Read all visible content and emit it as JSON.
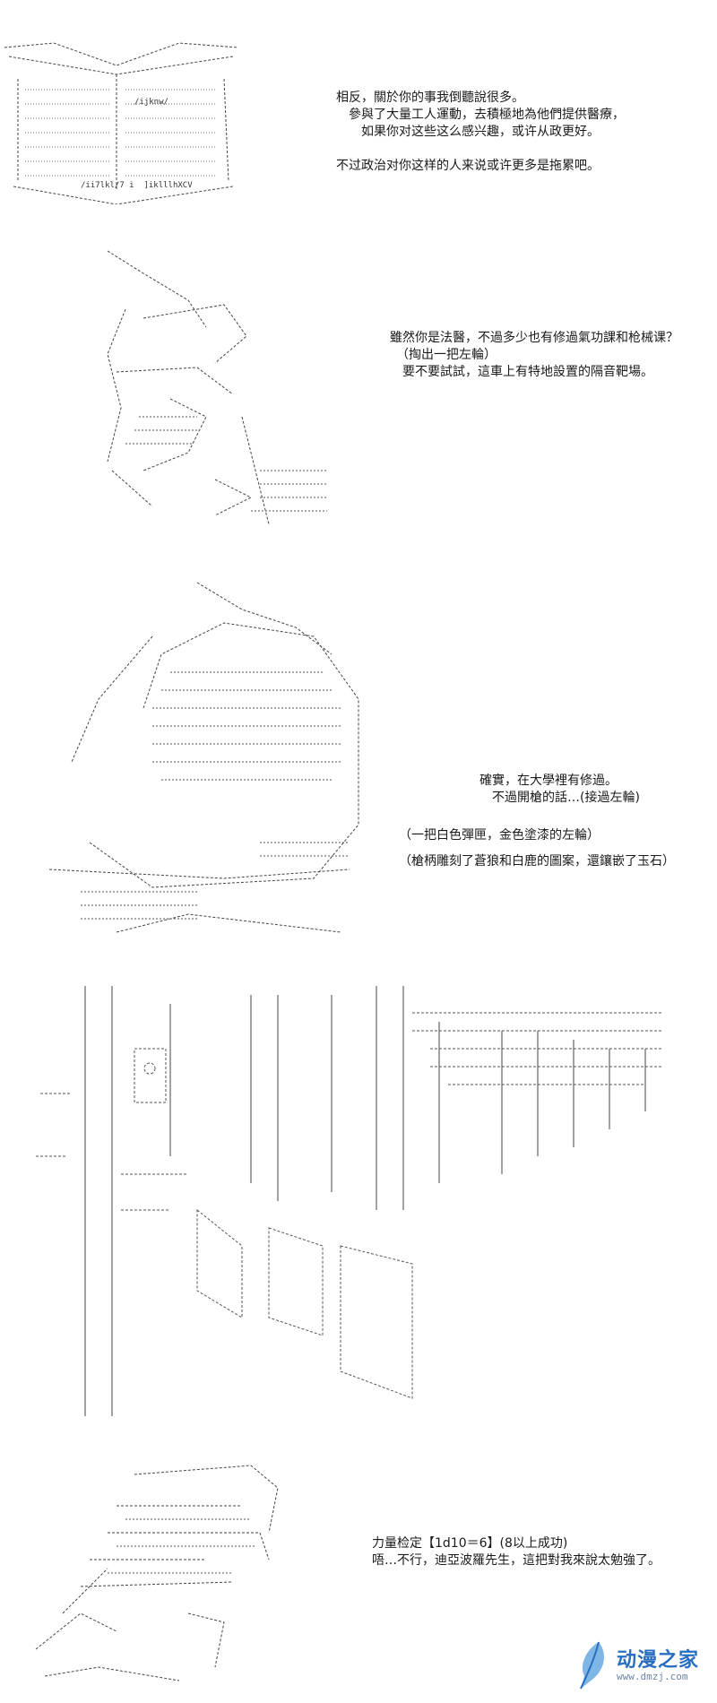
{
  "panels": [
    {
      "lines": [
        "相反，關於你的事我倒聽說很多。",
        "　參與了大量工人運動，去積極地為他們提供醫療，",
        "　　如果你对这些这么感兴趣，或许从政更好。",
        "",
        "不过政治对你这样的人来说或许更多是拖累吧。"
      ]
    },
    {
      "lines": [
        "雖然你是法醫，不過多少也有修過氣功課和枪械课？",
        "　（掏出一把左輪）",
        "　要不要試試，這車上有特地設置的隔音靶場。"
      ]
    },
    {
      "lines": [
        "確實，在大學裡有修過。",
        "　不過開槍的話…(接過左輪)"
      ],
      "notes": [
        "（一把白色彈匣，金色塗漆的左輪）",
        "（槍柄雕刻了蒼狼和白鹿的圖案，還鑲嵌了玉石）"
      ]
    },
    {
      "lines": []
    },
    {
      "lines": [
        "力量检定【1d10＝6】(8以上成功)",
        "唔…不行，迪亞波羅先生，這把對我來說太勉強了。"
      ]
    }
  ],
  "ascii": {
    "book_text": [
      "/ijknw/",
      "/ii7lkl/7 i  ]iklllhXCV"
    ]
  },
  "watermark": {
    "title": "动漫之家",
    "url": "www.dmzj.com",
    "color": "#2a6fbf"
  }
}
